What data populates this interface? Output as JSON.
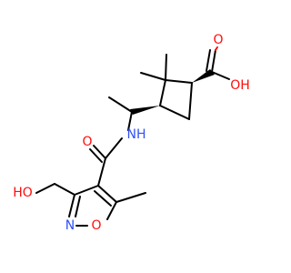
{
  "molecule": {
    "atom_labels": {
      "carboxyl_oh": "OH",
      "carboxyl_o": "O",
      "amide_o": "O",
      "amide_nh": "NH",
      "hydroxyl_ho": "HO",
      "ring_n": "N",
      "ring_o": "O"
    },
    "colors": {
      "bond": "#000000",
      "oxygen": "#ff0d0d",
      "nitrogen": "#3050f8",
      "background": "#ffffff"
    }
  }
}
